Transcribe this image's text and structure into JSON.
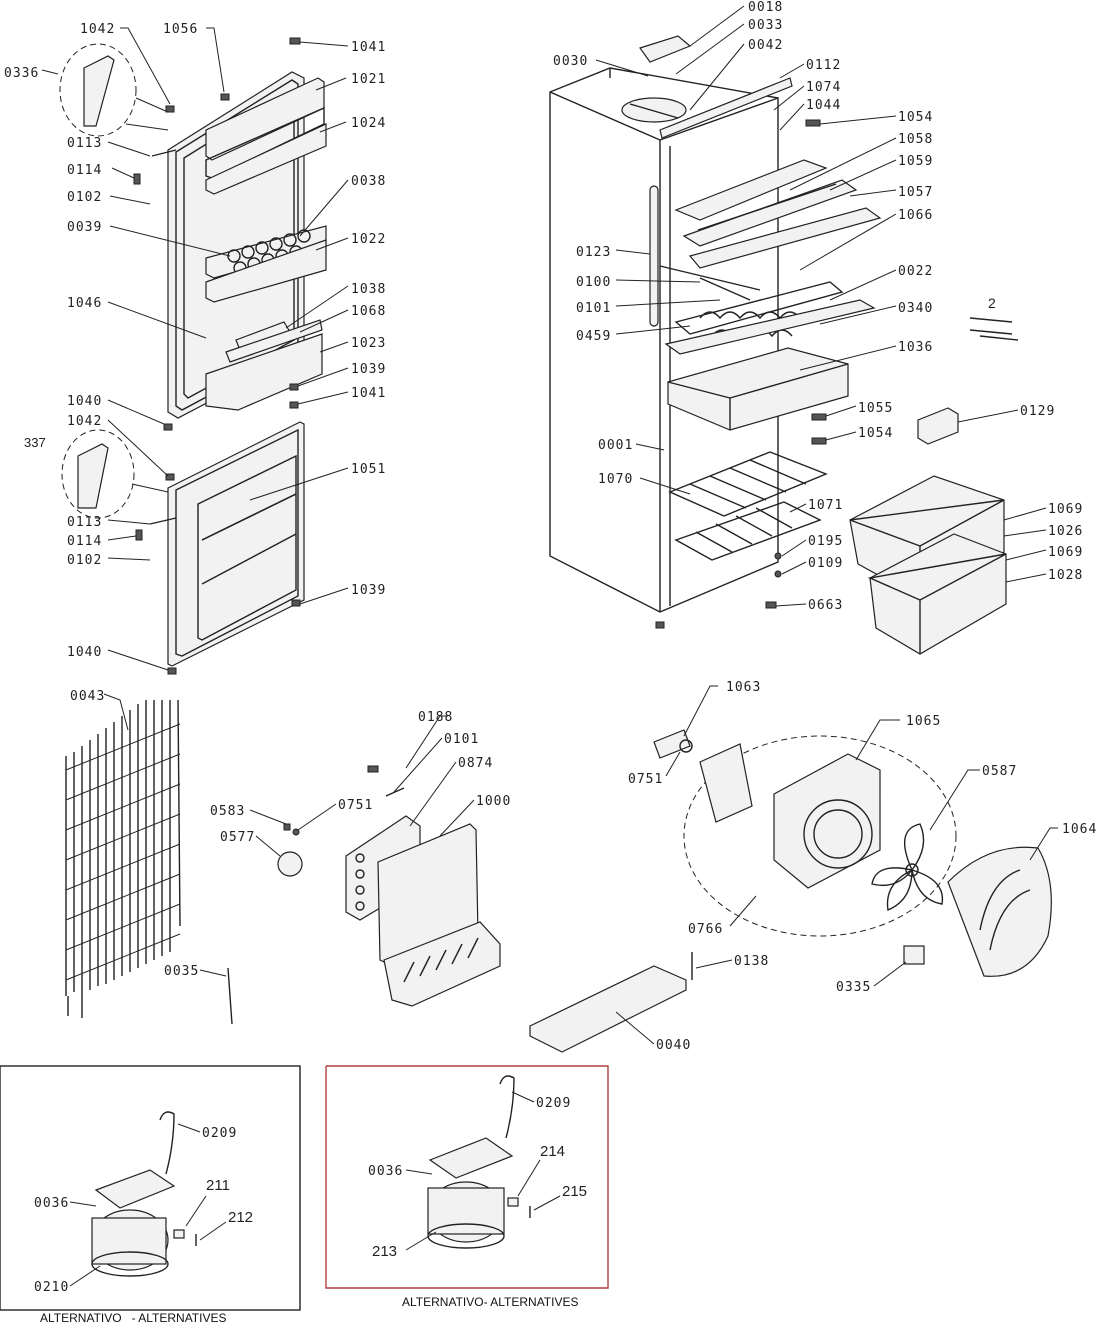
{
  "labels": {
    "p1042a": "1042",
    "p1056": "1056",
    "p1041a": "1041",
    "p0336": "0336",
    "p1021": "1021",
    "p1024": "1024",
    "p0113a": "0113",
    "p0114a": "0114",
    "p0102a": "0102",
    "p0038": "0038",
    "p0039": "0039",
    "p1022": "1022",
    "p1046": "1046",
    "p1038": "1038",
    "p1068": "1068",
    "p1023": "1023",
    "p1039a": "1039",
    "p1040a": "1040",
    "p1041b": "1041",
    "p1042b": "1042",
    "p337": "337",
    "p1051": "1051",
    "p0113b": "0113",
    "p0114b": "0114",
    "p0102b": "0102",
    "p1039b": "1039",
    "p1040b": "1040",
    "p0018": "0018",
    "p0033": "0033",
    "p0030": "0030",
    "p0042": "0042",
    "p0112": "0112",
    "p1074": "1074",
    "p1044": "1044",
    "p1054a": "1054",
    "p1058": "1058",
    "p1059": "1059",
    "p1057": "1057",
    "p1066": "1066",
    "p0123": "0123",
    "p0022": "0022",
    "p2": "2",
    "p0100a": "0100",
    "p0101a": "0101",
    "p0340": "0340",
    "p0459": "0459",
    "p1036": "1036",
    "p1055": "1055",
    "p0129": "0129",
    "p1054b": "1054",
    "p0001": "0001",
    "p1070": "1070",
    "p1071": "1071",
    "p1069a": "1069",
    "p1026": "1026",
    "p0195": "0195",
    "p1069b": "1069",
    "p0109": "0109",
    "p1028": "1028",
    "p0663": "0663",
    "p0043": "0043",
    "p0188": "0188",
    "p0101b": "0101",
    "p0874": "0874",
    "p0583": "0583",
    "p0751a": "0751",
    "p1000": "1000",
    "p0577": "0577",
    "p0035": "0035",
    "p1063": "1063",
    "p1065": "1065",
    "p0751b": "0751",
    "p0587": "0587",
    "p1064": "1064",
    "p0766": "0766",
    "p0138": "0138",
    "p0335": "0335",
    "p0040": "0040",
    "p0209a": "0209",
    "p0036a": "0036",
    "p211": "211",
    "p212": "212",
    "p0210": "0210",
    "p0209b": "0209",
    "p0036b": "0036",
    "p214": "214",
    "p215": "215",
    "p213": "213"
  },
  "captions": {
    "left": "ALTERNATIVO   - ALTERNATIVES",
    "right": "ALTERNATIVO- ALTERNATIVES"
  }
}
